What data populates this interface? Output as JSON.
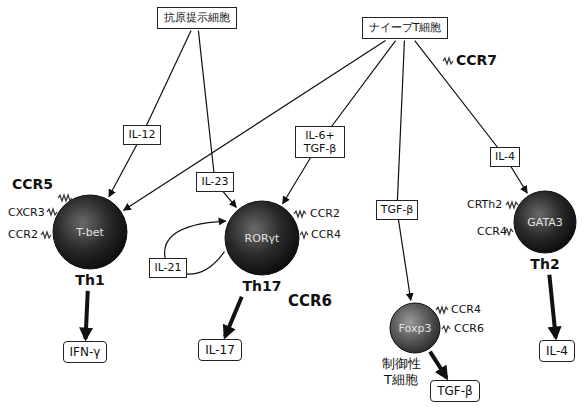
{
  "diagram": {
    "nodes": [
      {
        "text": [
          "抗原提示細胞"
        ]
      },
      {
        "text": [
          "ナイーブT細胞"
        ]
      },
      {
        "text": [
          "T-bet",
          "Th1"
        ]
      },
      {
        "text": [
          "RORγt",
          "Th17"
        ]
      },
      {
        "text": [
          "Foxp3",
          "制御性 T細胞"
        ]
      },
      {
        "text": [
          "GATA3",
          "Th2"
        ]
      },
      {
        "text": [
          "IFN-γ"
        ]
      },
      {
        "text": [
          "IL-17"
        ]
      },
      {
        "text": [
          "TGF-β"
        ]
      },
      {
        "text": [
          "IL-4"
        ]
      }
    ],
    "edges": [
      {
        "from": 0,
        "to": 2,
        "label": "IL-12",
        "arrow": "to"
      },
      {
        "from": 0,
        "to": 3,
        "label": "IL-23",
        "arrow": "to"
      },
      {
        "from": 1,
        "to": 2,
        "arrow": "to"
      },
      {
        "from": 1,
        "to": 3,
        "label": "IL-6+ TGF-β",
        "arrow": "to"
      },
      {
        "from": 1,
        "to": 4,
        "label": "TGF-β",
        "arrow": "to"
      },
      {
        "from": 1,
        "to": 5,
        "label": "IL-4",
        "arrow": "to"
      },
      {
        "from": 3,
        "to": 3,
        "label": "IL-21",
        "arrow": "to"
      },
      {
        "from": 2,
        "to": 6,
        "arrow": "to"
      },
      {
        "from": 3,
        "to": 7,
        "arrow": "to"
      },
      {
        "from": 4,
        "to": 8,
        "arrow": "to"
      },
      {
        "from": 5,
        "to": 9,
        "arrow": "to"
      }
    ],
    "labels": [
      "CCR7",
      "CCR5",
      "CXCR3",
      "CCR2",
      "CCR2",
      "CCR4",
      "CCR6",
      "CCR4",
      "CCR6",
      "CRTh2",
      "CCR4"
    ]
  }
}
